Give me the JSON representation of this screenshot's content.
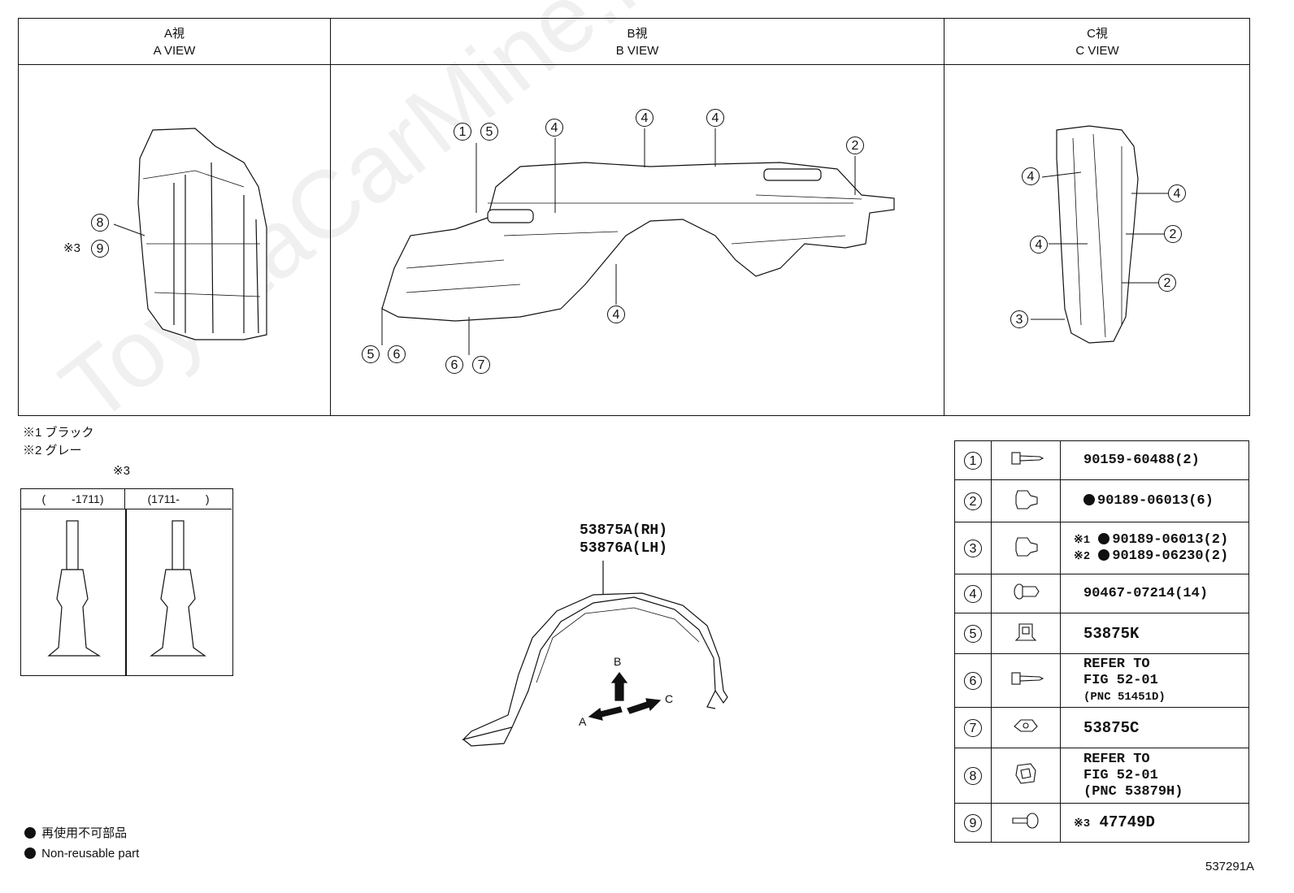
{
  "views": {
    "a": {
      "title_jp": "A視",
      "title_en": "A VIEW"
    },
    "b": {
      "title_jp": "B視",
      "title_en": "B VIEW"
    },
    "c": {
      "title_jp": "C視",
      "title_en": "C VIEW"
    }
  },
  "a_callouts": {
    "c8": "8",
    "c9": "9",
    "note_mark": "※3"
  },
  "b_callouts": {
    "c1": "1",
    "c5a": "5",
    "c4a": "4",
    "c4b": "4",
    "c4c": "4",
    "c2": "2",
    "c4d": "4",
    "c5b": "5",
    "c6a": "6",
    "c6b": "6",
    "c7": "7"
  },
  "c_callouts": {
    "c4a": "4",
    "c4b": "4",
    "c4c": "4",
    "c2a": "2",
    "c2b": "2",
    "c3": "3"
  },
  "notes": {
    "n1": "※1 ブラック",
    "n2": "※2 グレー",
    "n3": "※3"
  },
  "clip_table": {
    "left_head": "(　　 -1711)",
    "right_head": "(1711-　　 )"
  },
  "main_part": {
    "line1": "53875A(RH)",
    "line2": "53876A(LH)"
  },
  "arrows": {
    "a": "A",
    "b": "B",
    "c": "C"
  },
  "parts_table": [
    {
      "num": "1",
      "icon": "bolt-screw-icon",
      "text": [
        "90159-60488(2)"
      ],
      "nonreusable": [
        false
      ]
    },
    {
      "num": "2",
      "icon": "nut-icon",
      "text": [
        "90189-06013(6)"
      ],
      "nonreusable": [
        true
      ]
    },
    {
      "num": "3",
      "icon": "nut-icon",
      "text": [
        "90189-06013(2)",
        "90189-06230(2)"
      ],
      "prefix": [
        "※1",
        "※2"
      ],
      "nonreusable": [
        true,
        true
      ]
    },
    {
      "num": "4",
      "icon": "clip-rivet-icon",
      "text": [
        "90467-07214(14)"
      ],
      "nonreusable": [
        false
      ]
    },
    {
      "num": "5",
      "icon": "retainer-icon",
      "text": [
        "53875K"
      ],
      "nonreusable": [
        false
      ]
    },
    {
      "num": "6",
      "icon": "bolt-screw-icon",
      "text": [
        "REFER TO",
        "FIG 52-01",
        "(PNC 51451D)"
      ],
      "nonreusable": [
        false
      ]
    },
    {
      "num": "7",
      "icon": "clip-nut-icon",
      "text": [
        "53875C"
      ],
      "nonreusable": [
        false
      ]
    },
    {
      "num": "8",
      "icon": "retainer-clip-icon",
      "text": [
        "REFER TO",
        "FIG 52-01",
        "(PNC 53879H)"
      ],
      "nonreusable": [
        false
      ]
    },
    {
      "num": "9",
      "icon": "push-clip-icon",
      "text": [
        "47749D"
      ],
      "prefix": [
        "※3"
      ],
      "nonreusable": [
        false
      ]
    }
  ],
  "legend": {
    "jp": "再使用不可部品",
    "en": "Non-reusable part"
  },
  "figure_id": "537291A",
  "watermark": "ToyotaCarMine.ru"
}
